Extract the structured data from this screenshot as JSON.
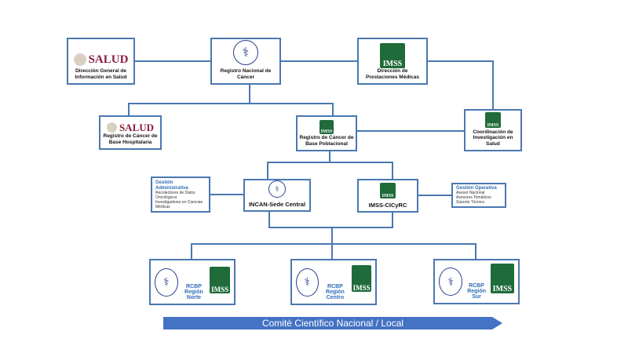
{
  "logos": {
    "salud": "SALUD",
    "imss": "IMSS"
  },
  "nodes": {
    "dgis": "Dirección General de Información en Salud",
    "rnc": "Registro Nacional de Cáncer",
    "dpm": "Dirección de Prestaciones Médicas",
    "rcbh": "Registro de Cáncer de Base Hospitalaria",
    "rcbp": "Registro de Cáncer de Base Poblacional",
    "coord": "Coordinación de Investigación en Salud",
    "incan": "INCAN-Sede Central",
    "cicyrc": "IMSS-CICyRC"
  },
  "gestion_admin": {
    "title": "Gestión Administrativa",
    "items": [
      "Recolectores de Datos Oncológicos",
      "Investigadores en Ciencias Médicas"
    ]
  },
  "gestion_oper": {
    "title": "Gestión Operativa",
    "items": [
      "Asesor Nacional",
      "Asesores Temáticos",
      "Soporte Técnico"
    ]
  },
  "regions": [
    {
      "a": "RCBP",
      "b": "Región Norte"
    },
    {
      "a": "RCBP",
      "b": "Región Centro"
    },
    {
      "a": "RCBP",
      "b": "Región Sur"
    }
  ],
  "banner": "Comité Científico Nacional / Local"
}
